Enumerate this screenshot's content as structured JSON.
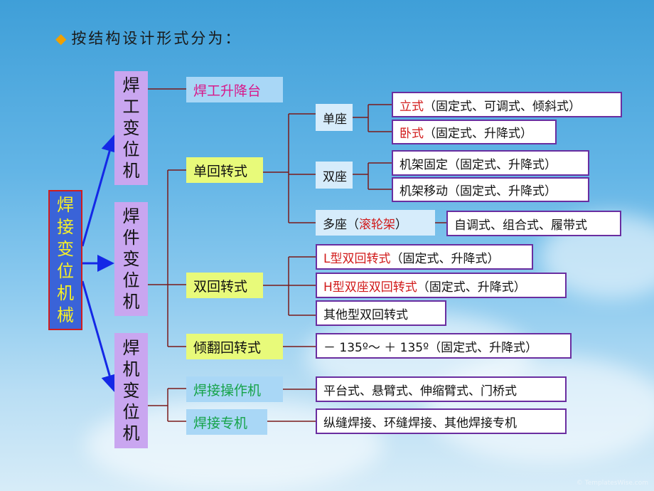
{
  "title": "按结构设计形式分为：",
  "root": [
    "焊",
    "接",
    "变",
    "位",
    "机",
    "械"
  ],
  "categories": [
    {
      "chars": [
        "焊",
        "工",
        "变",
        "位",
        "机"
      ]
    },
    {
      "chars": [
        "焊",
        "件",
        "变",
        "位",
        "机"
      ]
    },
    {
      "chars": [
        "焊",
        "机",
        "变",
        "位",
        "机"
      ]
    }
  ],
  "welder_lift": "焊工升降台",
  "single_rotary": "单回转式",
  "double_rotary": "双回转式",
  "tilt_rotary": "倾翻回转式",
  "welding_operator": "焊接操作机",
  "welding_special": "焊接专机",
  "single_seat": "单座",
  "double_seat": "双座",
  "multi_seat": {
    "prefix": "多座（",
    "highlight": "滚轮架",
    "suffix": "）"
  },
  "vertical": {
    "highlight": "立式",
    "text": " （固定式、可调式、倾斜式）"
  },
  "horizontal": {
    "highlight": "卧式",
    "text": "（固定式、升降式）"
  },
  "frame_fixed": "机架固定（固定式、升降式）",
  "frame_moving": "机架移动（固定式、升降式）",
  "roller_types": "自调式、组合式、履带式",
  "l_type": {
    "highlight": "L型双回转式",
    "text": "（固定式、升降式）"
  },
  "h_type": {
    "highlight": "H型双座双回转式",
    "text": "（固定式、升降式）"
  },
  "other_double": "其他型双回转式",
  "tilt_range": "－ 135º～ ＋ 135º（固定式、升降式）",
  "operator_types": "平台式、悬臂式、伸缩臂式、门桥式",
  "special_types": "纵缝焊接、环缝焊接、其他焊接专机",
  "watermark": "© TemplatesWise.com",
  "colors": {
    "root_bg": "#3a63d8",
    "root_text": "#f6ef27",
    "category_bg": "#c9a6f0",
    "accent_red": "#d11a1a",
    "accent_magenta": "#d8188a",
    "accent_green": "#16a34a",
    "outline_purple": "#6a2ea0"
  }
}
